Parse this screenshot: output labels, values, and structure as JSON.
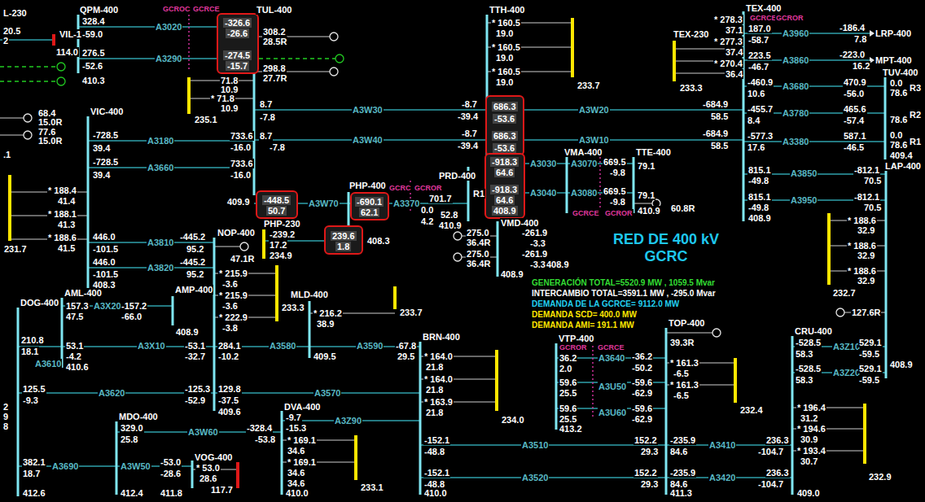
{
  "diagram": {
    "title": "RED DE 400 kV GCRC",
    "nodes": [
      {
        "text": [
          "-326.6",
          "-26.6",
          "-274.5",
          "-15.7"
        ]
      },
      {
        "text": [
          "686.3",
          "-53.6",
          "686.3",
          "-53.6"
        ]
      },
      {
        "text": [
          "-918.3",
          "64.6",
          "-918.3",
          "64.6",
          "408.9"
        ]
      },
      {
        "text": [
          "-448.5",
          "50.7"
        ]
      },
      {
        "text": [
          "-690.1",
          "62.1"
        ]
      },
      {
        "text": [
          "239.6",
          "1.8"
        ]
      }
    ],
    "labels": [
      "L-230",
      "20.5",
      "2",
      "VIL-115",
      "114.0",
      "68.4",
      "15.0R",
      "77.6",
      "15.0R",
      ".1",
      "231.7",
      "QPM-400",
      "328.4",
      "-59.0",
      "276.5",
      "-52.6",
      "410.3",
      "A3020",
      "A3290",
      "GCROC",
      "GCRCE",
      "TUL-400",
      "308.2",
      "28.5R",
      "298.8",
      "27.7R",
      "71.8",
      "10.9",
      "* 71.8",
      "10.9",
      "235.1",
      "8.7",
      "-7.8",
      "A3W30",
      "733.6",
      "8.7",
      "-16.0",
      "-7.8",
      "A3W40",
      "733.6",
      "-16.0",
      "409.9",
      "VIC-400",
      "-728.5",
      "39.4",
      "A3180",
      "-728.5",
      "39.4",
      "A3660",
      "* 188.4",
      "41.4",
      "* 188.1",
      "41.3",
      "* 188.6",
      "41.5",
      "446.0",
      "-101.5",
      "A3810",
      "446.0",
      "-101.5",
      "A3820",
      "408.3",
      "-445.2",
      "95.2",
      "-445.2",
      "95.2",
      "47.1R",
      "NOP-400",
      "A3W70",
      "PHP-400",
      "GCRC",
      "GCROR",
      "A3370",
      "PRD-400",
      "701.7",
      "0.0",
      "4.2",
      "52.8",
      "410.9",
      "R1",
      "PHP-230",
      "-239.2",
      "17.2",
      "234.9",
      "408.3",
      "TTH-400",
      "* 160.5",
      "19.0",
      "* 160.5",
      "19.0",
      "* 160.5",
      "19.0",
      "233.7",
      "-8.7",
      "-39.4",
      "-8.7",
      "-39.4",
      "A3W20",
      "A3W10",
      "A3030",
      "A3040",
      "VMA-400",
      "A3070",
      "A3080",
      "669.5",
      "-9.8",
      "669.5",
      "-9.8",
      "GCRCE",
      "GCROR",
      "TTE-400",
      "79.1",
      "79.1",
      "410.9",
      "60.8R",
      "VMD-400",
      "275.0",
      "36.4R",
      "275.0",
      "36.4R",
      "-261.9",
      "-3.3",
      "-261.9",
      "-3.3",
      "408.9",
      "408.9",
      "TEX-230",
      "* 278.3",
      "37.1",
      "* 277.3",
      "37.4",
      "* 270.4",
      "36.4",
      "233.3",
      "-684.9",
      "58.5",
      "-684.9",
      "58.5",
      "TEX-400",
      "GCRCE",
      "GCROR",
      "187.0",
      "-58.7",
      "223.5",
      "-46.7",
      "-460.9",
      "10.6",
      "-455.7",
      "8.4",
      "-577.3",
      "17.6",
      "A3960",
      "A3860",
      "A3680",
      "A3780",
      "A3380",
      "-186.4",
      "7.8",
      "LRP-400",
      "-223.0",
      "16.2",
      "MPT-400",
      "TUV-400",
      "470.9",
      "-56.0",
      "465.6",
      "-57.4",
      "587.1",
      "-46.5",
      "0.0",
      "78.6",
      "R3",
      "78.6",
      "R2",
      "0.0",
      "78.6",
      "R1",
      "409.4",
      "LAP-400",
      "815.1",
      "-49.8",
      "815.1",
      "-49.8",
      "408.9",
      "A3850",
      "A3950",
      "-812.1",
      "70.5",
      "-812.1",
      "70.5",
      "* 188.6",
      "32.9",
      "* 188.6",
      "32.9",
      "* 188.6",
      "32.9",
      "232.7",
      "127.6R",
      "408.9",
      "GENERACIÓN TOTAL=5520.9 MW , 1059.5 Mvar",
      "INTERCAMBIO TOTAL=3591.1 MW , -295.0 Mvar",
      "DEMANDA DE LA GCRCE= 9112.0 MW",
      "DEMANDA SCD= 400.0 MW",
      "DEMANDA AMI= 191.1 MW",
      "DOG-400",
      "210.8",
      "18.1",
      "A3610",
      "125.5",
      "-9.3",
      "A3620",
      "382.1",
      "18.7",
      "A3690",
      "412.6",
      "2",
      "9",
      "8",
      "AML-400",
      "157.3",
      "47.5",
      "A3X20",
      "-157.2",
      "-66.0",
      "AMP-400",
      "408.9",
      "53.1",
      "-4.2",
      "410.6",
      "A3X10",
      "-53.1",
      "-32.7",
      "* 215.9",
      "-3.6",
      "* 215.9",
      "-3.6",
      "* 222.9",
      "-3.8",
      "233.3",
      "284.1",
      "-10.2",
      "A3580",
      "-125.3",
      "-52.9",
      "129.8",
      "-37.5",
      "409.6",
      "A3570",
      "MLD-400",
      "* 216.2",
      "38.9",
      "409.5",
      "233.7",
      "A3590",
      "-67.8",
      "29.5",
      "BRN-400",
      "* 164.0",
      "21.8",
      "* 164.0",
      "21.8",
      "* 163.9",
      "21.8",
      "234.0",
      "-152.1",
      "-48.8",
      "A3510",
      "-152.1",
      "-48.8",
      "A3520",
      "410.0",
      "MDO-400",
      "329.0",
      "25.8",
      "A3W60",
      "-328.4",
      "-53.8",
      "A3W50",
      "-53.0",
      "-28.6",
      "VOG-400",
      "* 53.0",
      "28.6",
      "412.4",
      "411.8",
      "117.7",
      "DVA-400",
      "-9.7",
      "-15.3",
      "A3Z90",
      "* 169.1",
      "34.6",
      "* 169.1",
      "34.6",
      "34.6",
      "410.0",
      "233.1",
      "VTP-400",
      "GCROR",
      "GCRCE",
      "36.2",
      "2.0",
      "A3640",
      "-36.2",
      "-50.2",
      "39.3R",
      "59.6",
      "25.5",
      "A3U50",
      "-59.6",
      "-62.9",
      "59.6",
      "25.5",
      "413.2",
      "A3U60",
      "-59.6",
      "-62.9",
      "TOP-400",
      "* 161.3",
      "-6.5",
      "* 161.3",
      "-6.5",
      "232.4",
      "152.2",
      "29.3",
      "-235.9",
      "84.6",
      "A3410",
      "236.3",
      "-104.7",
      "152.2",
      "29.3",
      "-235.9",
      "84.6",
      "A3420",
      "236.3",
      "-104.7",
      "411.3",
      "CRU-400",
      "-528.5",
      "58.3",
      "A3Z10",
      "529.1",
      "-59.5",
      "-528.5",
      "58.3",
      "A3Z20",
      "529.1",
      "-59.5",
      "* 196.4",
      "31.2",
      "* 194.6",
      "30.9",
      "* 193.4",
      "30.7",
      "232.9",
      "409.0"
    ]
  }
}
